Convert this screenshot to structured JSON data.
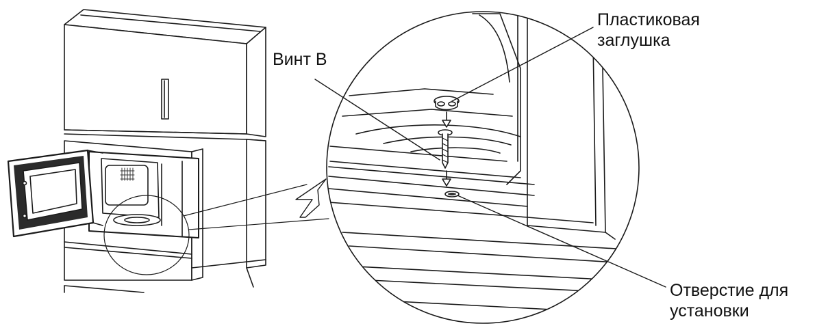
{
  "labels": {
    "plastic_plug": [
      "Пластиковая",
      "заглушка"
    ],
    "screw_b": "Винт В",
    "mounting_hole": [
      "Отверстие для",
      "установки"
    ]
  },
  "colors": {
    "line": "#1a1a1a",
    "fill": "#ffffff",
    "shade": "#3a3a3a"
  }
}
